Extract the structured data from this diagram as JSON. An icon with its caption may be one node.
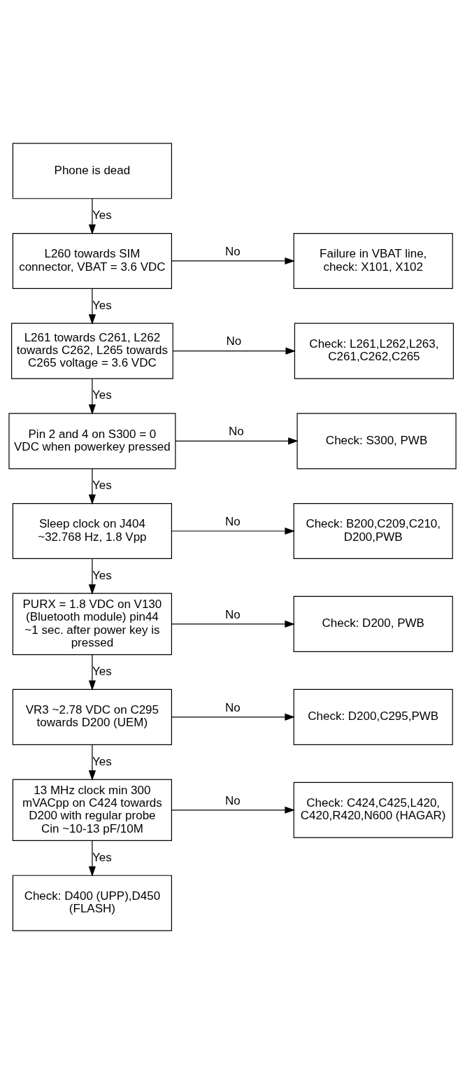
{
  "diagram": {
    "nodes": [
      {
        "text": [
          "Phone is dead"
        ]
      },
      {
        "text": [
          "L260 towards SIM connector, VBAT = 3.6 VDC"
        ]
      },
      {
        "text": [
          "Failure in VBAT line, check: X101, X102"
        ]
      },
      {
        "text": [
          "L261 towards C261, L262 towards C262, L265 towards C265 voltage = 3.6 VDC"
        ]
      },
      {
        "text": [
          "Check: L261,L262,L263, C261,C262,C265"
        ]
      },
      {
        "text": [
          "Pin 2 and 4 on S300 = 0 VDC when powerkey pressed"
        ]
      },
      {
        "text": [
          "Check: S300, PWB"
        ]
      },
      {
        "text": [
          "Sleep clock on J404 ~32.768 Hz, 1.8 Vpp"
        ]
      },
      {
        "text": [
          "Check: B200,C209,C210, D200,PWB"
        ]
      },
      {
        "text": [
          "PURX = 1.8 VDC on V130 (Bluetooth module) pin44 ~1 sec. after power key is pressed"
        ]
      },
      {
        "text": [
          "Check: D200, PWB"
        ]
      },
      {
        "text": [
          "VR3 ~2.78 VDC on C295 towards D200 (UEM)"
        ]
      },
      {
        "text": [
          "Check: D200,C295,PWB"
        ]
      },
      {
        "text": [
          "13 MHz clock min 300 mVACpp on C424 towards D200 with regular probe Cin ~10-13 pF/10M"
        ]
      },
      {
        "text": [
          "Check: C424,C425,L420, C420,R420,N600 (HAGAR)"
        ]
      },
      {
        "text": [
          "Check: D400 (UPP),D450 (FLASH)"
        ]
      }
    ],
    "edges": [
      {
        "from": 0,
        "to": 1,
        "arrow": "to",
        "label": "Yes"
      },
      {
        "from": 1,
        "to": 2,
        "arrow": "to",
        "label": "No"
      },
      {
        "from": 1,
        "to": 3,
        "arrow": "to",
        "label": "Yes"
      },
      {
        "from": 3,
        "to": 4,
        "arrow": "to",
        "label": "No"
      },
      {
        "from": 3,
        "to": 5,
        "arrow": "to",
        "label": "Yes"
      },
      {
        "from": 5,
        "to": 6,
        "arrow": "to",
        "label": "No"
      },
      {
        "from": 5,
        "to": 7,
        "arrow": "to",
        "label": "Yes"
      },
      {
        "from": 7,
        "to": 8,
        "arrow": "to",
        "label": "No"
      },
      {
        "from": 7,
        "to": 9,
        "arrow": "to",
        "label": "Yes"
      },
      {
        "from": 9,
        "to": 10,
        "arrow": "to",
        "label": "No"
      },
      {
        "from": 9,
        "to": 11,
        "arrow": "to",
        "label": "Yes"
      },
      {
        "from": 11,
        "to": 12,
        "arrow": "to",
        "label": "No"
      },
      {
        "from": 11,
        "to": 13,
        "arrow": "to",
        "label": "Yes"
      },
      {
        "from": 13,
        "to": 14,
        "arrow": "to",
        "label": "No"
      },
      {
        "from": 13,
        "to": 15,
        "arrow": "to",
        "label": "Yes"
      }
    ]
  }
}
